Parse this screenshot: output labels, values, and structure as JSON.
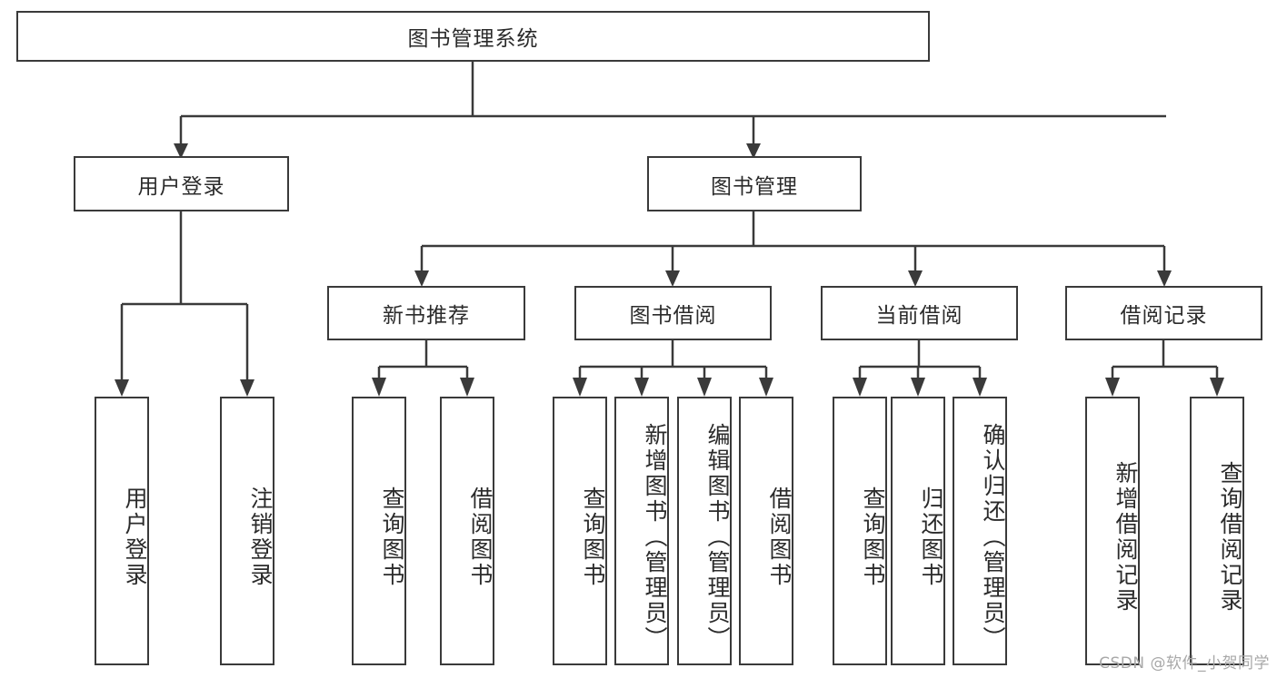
{
  "diagram": {
    "title": "图书管理系统",
    "type": "hierarchy-tree",
    "root": {
      "label": "图书管理系统"
    },
    "level2": [
      {
        "label": "用户登录"
      },
      {
        "label": "图书管理"
      }
    ],
    "level3": [
      {
        "label": "新书推荐"
      },
      {
        "label": "图书借阅"
      },
      {
        "label": "当前借阅"
      },
      {
        "label": "借阅记录"
      }
    ],
    "leaves": {
      "user_login": [
        {
          "label": "用户登录"
        },
        {
          "label": "注销登录"
        }
      ],
      "new_book_recommend": [
        {
          "label": "查询图书"
        },
        {
          "label": "借阅图书"
        }
      ],
      "book_borrow": [
        {
          "label": "查询图书"
        },
        {
          "label": "新增图书（管理员）"
        },
        {
          "label": "编辑图书（管理员）"
        },
        {
          "label": "借阅图书"
        }
      ],
      "current_borrow": [
        {
          "label": "查询图书"
        },
        {
          "label": "归还图书"
        },
        {
          "label": "确认归还（管理员）"
        }
      ],
      "borrow_records": [
        {
          "label": "新增借阅记录"
        },
        {
          "label": "查询借阅记录"
        }
      ]
    }
  },
  "watermark": {
    "text": "CSDN @软件_小贺同学"
  },
  "colors": {
    "stroke": "#3a3a3a",
    "background": "#ffffff",
    "text": "#2b2b2b",
    "watermark": "#a8a8a8"
  }
}
